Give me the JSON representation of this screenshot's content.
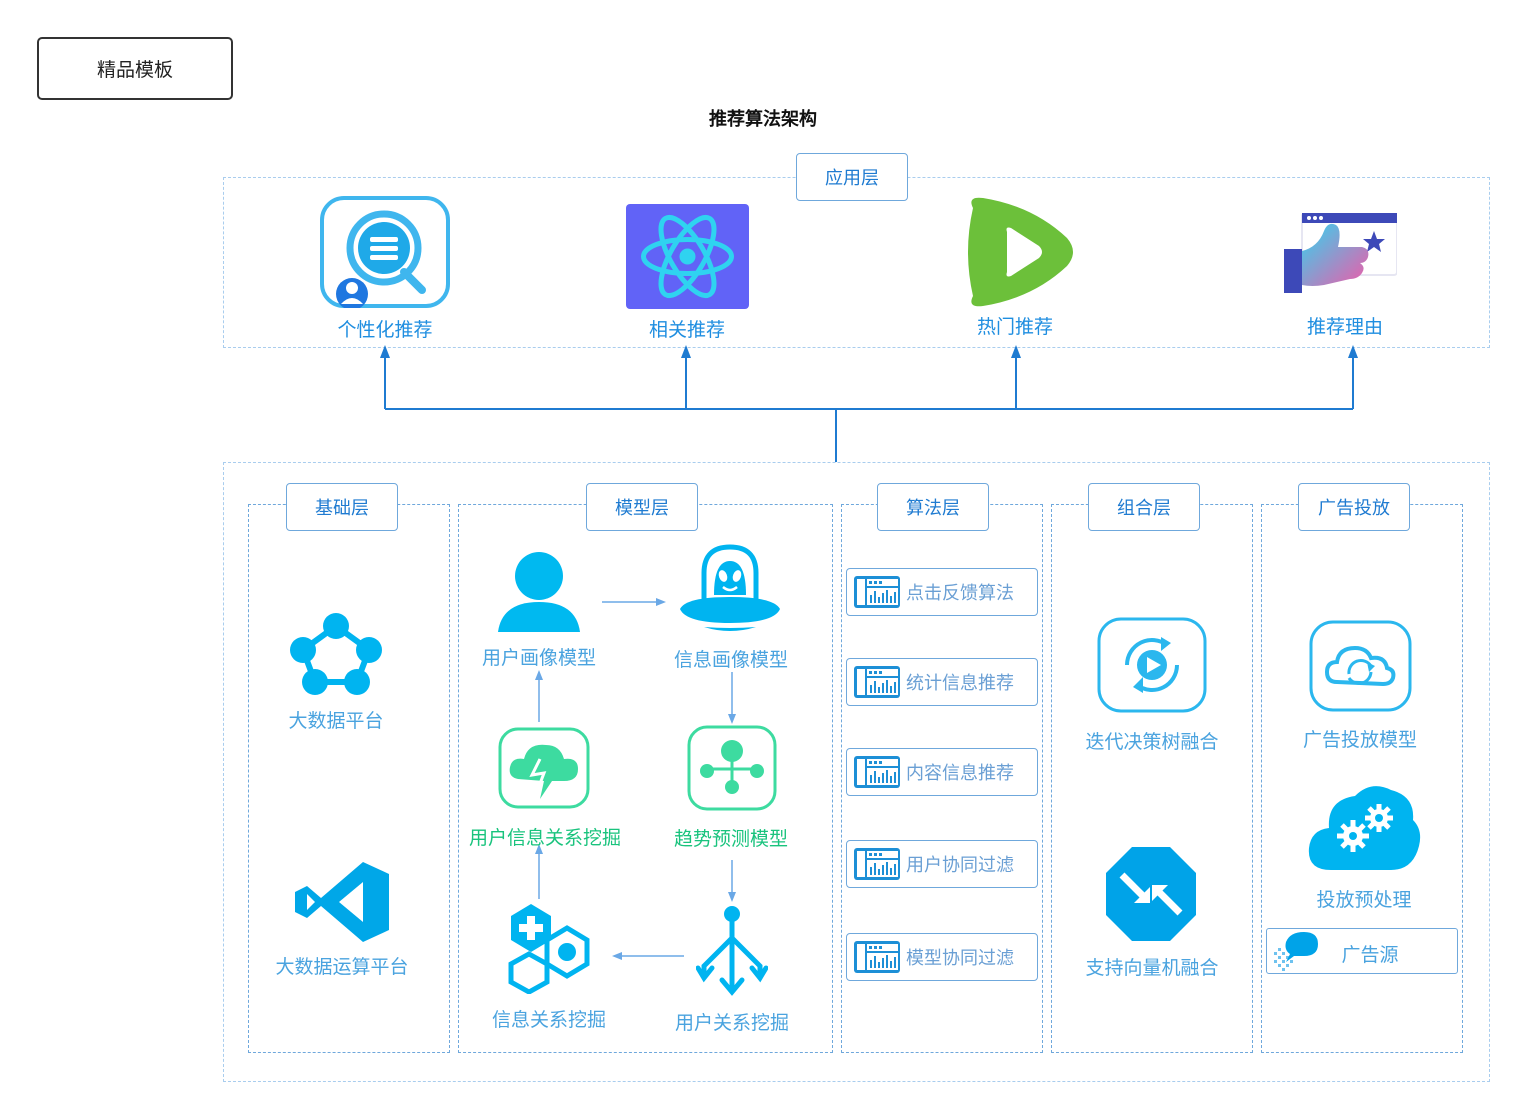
{
  "template_label": "精品模板",
  "title": "推荐算法架构",
  "app_layer": {
    "header": "应用层",
    "items": [
      {
        "label": "个性化推荐",
        "icon": "chat-user-icon"
      },
      {
        "label": "相关推荐",
        "icon": "atom-icon"
      },
      {
        "label": "热门推荐",
        "icon": "play-icon"
      },
      {
        "label": "推荐理由",
        "icon": "thumbs-up-icon"
      }
    ]
  },
  "base_layer": {
    "header": "基础层",
    "items": [
      "大数据平台",
      "大数据运算平台"
    ]
  },
  "model_layer": {
    "header": "模型层",
    "items": {
      "user_profile": "用户画像模型",
      "info_profile": "信息画像模型",
      "user_info_mining": "用户信息关系挖掘",
      "trend_prediction": "趋势预测模型",
      "info_relation_mining": "信息关系挖掘",
      "user_relation_mining": "用户关系挖掘"
    }
  },
  "algo_layer": {
    "header": "算法层",
    "items": [
      "点击反馈算法",
      "统计信息推荐",
      "内容信息推荐",
      "用户协同过滤",
      "模型协同过滤"
    ]
  },
  "combo_layer": {
    "header": "组合层",
    "items": [
      "迭代决策树融合",
      "支持向量机融合"
    ]
  },
  "ad_layer": {
    "header": "广告投放",
    "items": [
      "广告投放模型",
      "投放预处理",
      "广告源"
    ]
  },
  "colors": {
    "border": "#6fa8dc",
    "header_text": "#1f7bd1",
    "label_blue": "#4aa3df",
    "label_green": "#19c37d",
    "arrow": "#1f7bd1",
    "icon_cyan": "#00b4f0",
    "icon_green": "#3ddba0"
  }
}
